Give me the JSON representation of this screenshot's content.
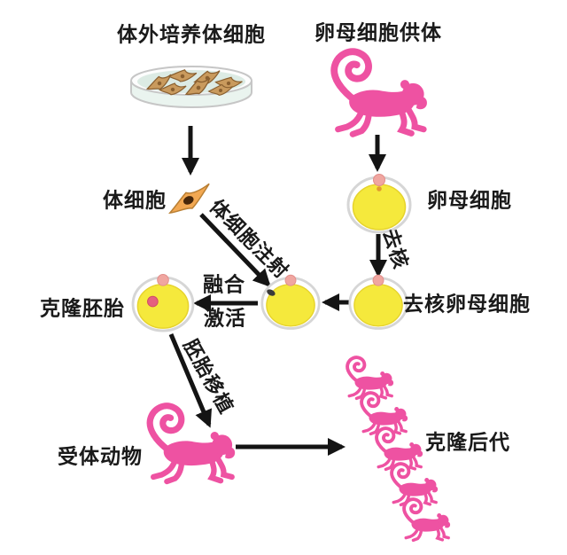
{
  "diagram": {
    "titles": {
      "left": "体外培养体细胞",
      "right": "卵母细胞供体"
    },
    "labels": {
      "somatic_cell": "体细胞",
      "oocyte": "卵母细胞",
      "enucleation": "去核",
      "enucleated_oocyte": "去核卵母细胞",
      "somatic_cell_injection": "体细胞注射",
      "fusion": "融合",
      "activation": "激活",
      "clone_embryo": "克隆胚胎",
      "embryo_transfer": "胚胎移植",
      "recipient_animal": "受体动物",
      "clone_offspring": "克隆后代"
    },
    "icons": {
      "petri_dish": "petri-dish-with-cultured-cells",
      "somatic_cell": "orange-spindle-cell",
      "donor_monkey": "pink-monkey-silhouette",
      "recipient_monkey": "pink-monkey-silhouette",
      "offspring_monkeys_count": 5,
      "oocyte": "yellow-oocyte-with-polar-body"
    },
    "colors": {
      "monkey_pink": "#ee52a2",
      "oocyte_yellow": "#f5e93c",
      "oocyte_ring": "#d6d6d6",
      "polar_body": "#f0a6a0",
      "nucleus_red": "#e5607e",
      "cell_orange": "#f2a852",
      "cell_nucleus": "#47270a",
      "dish_liquid": "#dcebe4",
      "dish_rim": "#c6c6c6",
      "ccell_tan": "#c99a5d",
      "arrow_black": "#141414",
      "text_black": "#1a1a1a",
      "background": "#ffffff"
    }
  }
}
